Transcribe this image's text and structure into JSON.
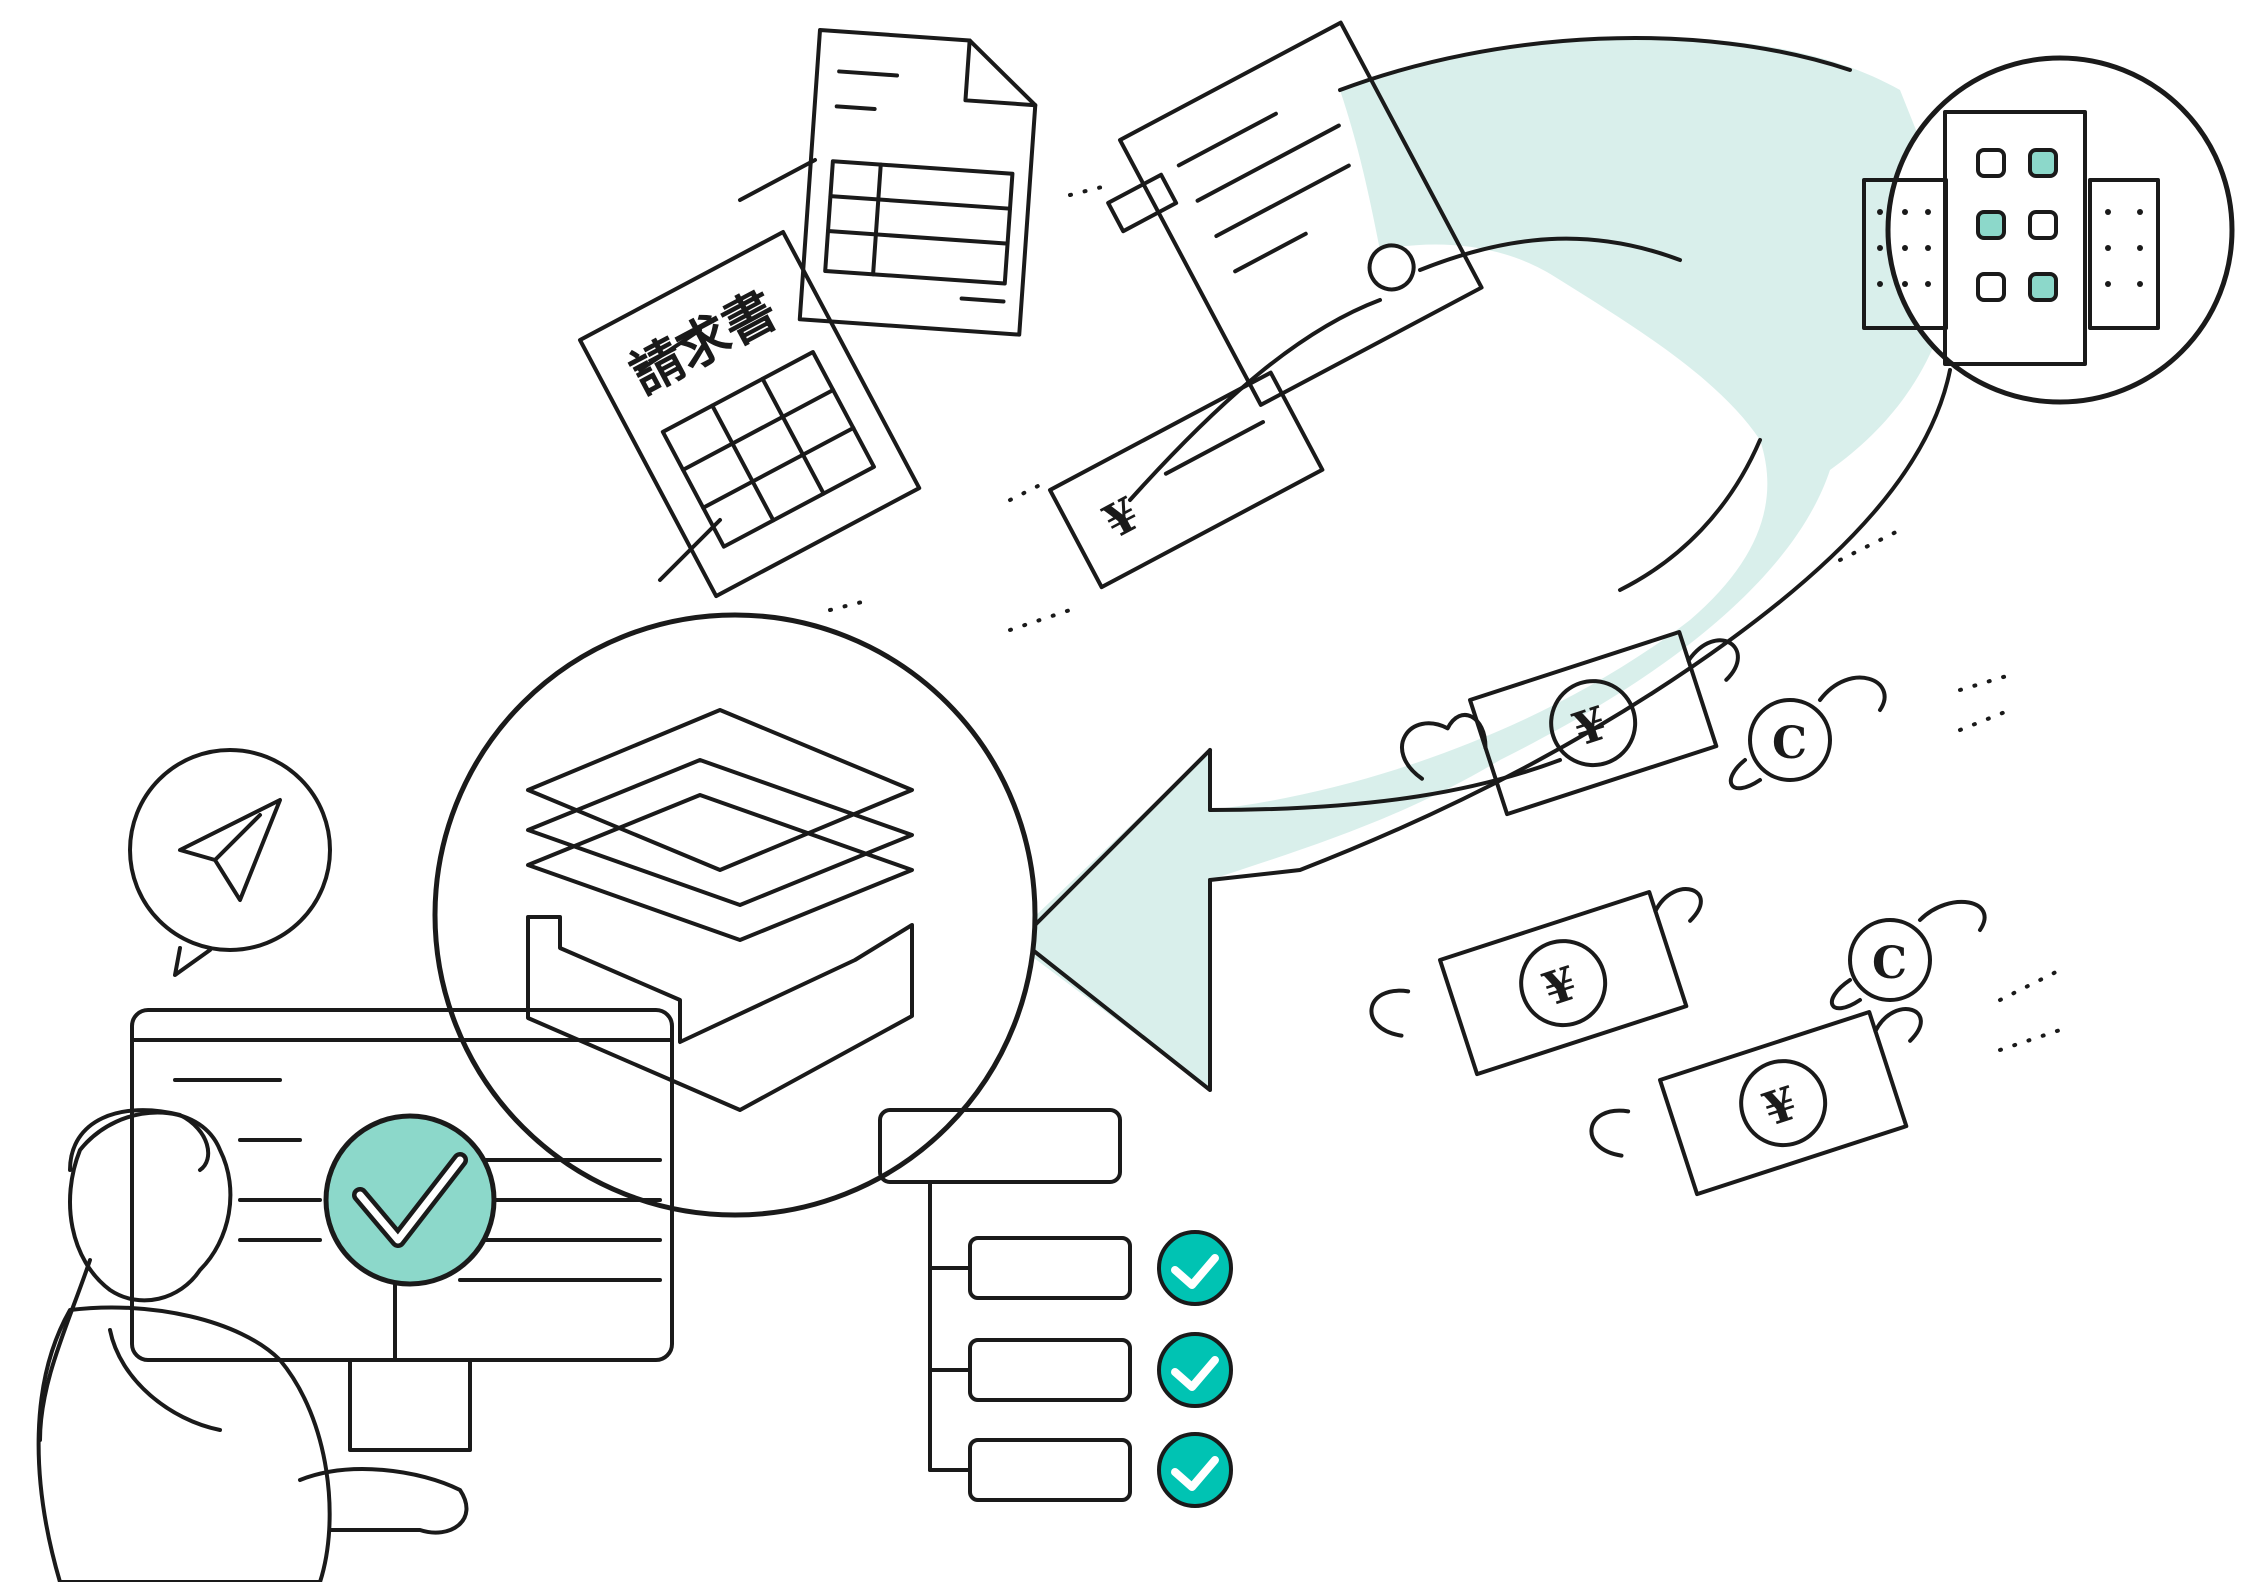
{
  "illustration": {
    "invoice_title": "請求書",
    "currency_symbol": "¥",
    "coin_symbol": "C",
    "colors": {
      "accent": "#00c3b3",
      "accent_mid": "#8cd8ca",
      "accent_light": "#d9efeb",
      "ink": "#1a1a1a",
      "paper": "#ffffff"
    },
    "icons": [
      "circular-flow-arrow",
      "company-building-icon",
      "invoice-document-icon",
      "spreadsheet-document-icon",
      "receipt-document-icon",
      "yen-voucher-icon",
      "data-box-stack-icon",
      "winged-yen-bill-icon",
      "winged-coin-icon",
      "send-paper-plane-icon",
      "person-at-monitor",
      "check-badge-icon",
      "hierarchy-tree-icon",
      "check-circle-icon"
    ]
  }
}
